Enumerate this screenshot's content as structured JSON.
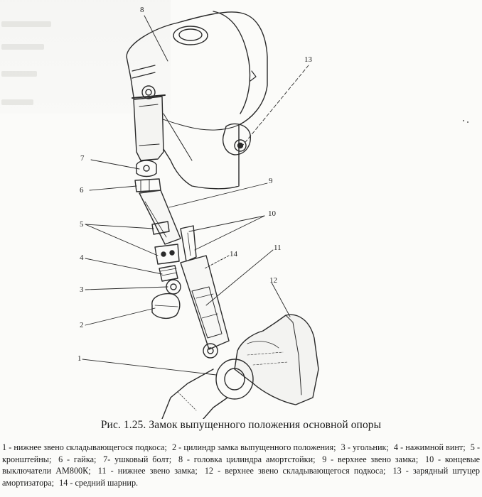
{
  "figure": {
    "callouts": [
      "1",
      "2",
      "3",
      "4",
      "5",
      "6",
      "7",
      "8",
      "9",
      "10",
      "11",
      "12",
      "13",
      "14"
    ]
  },
  "caption": "Рис. 1.25.   Замок выпущенного положения основной опоры",
  "legend": {
    "items": [
      "1 - нижнее звено складывающегося подкоса;",
      "2 - цилиндр замка выпущенного положения;",
      "3 - угольник;",
      "4 - нажимной винт;",
      "5 - кронштейны;",
      "6 - гайка;",
      "7- ушковый болт;",
      "8 - головка цилиндра амортстойки;",
      "9 - верхнее звено замка;",
      "10 - концевые выключатели АМ800К;",
      "11 - нижнее звено замка;",
      "12 - верхнее звено складывающегося подкоса;",
      "13 - зарядный штуцер амортизатора;",
      "14 - средний шарнир."
    ]
  }
}
